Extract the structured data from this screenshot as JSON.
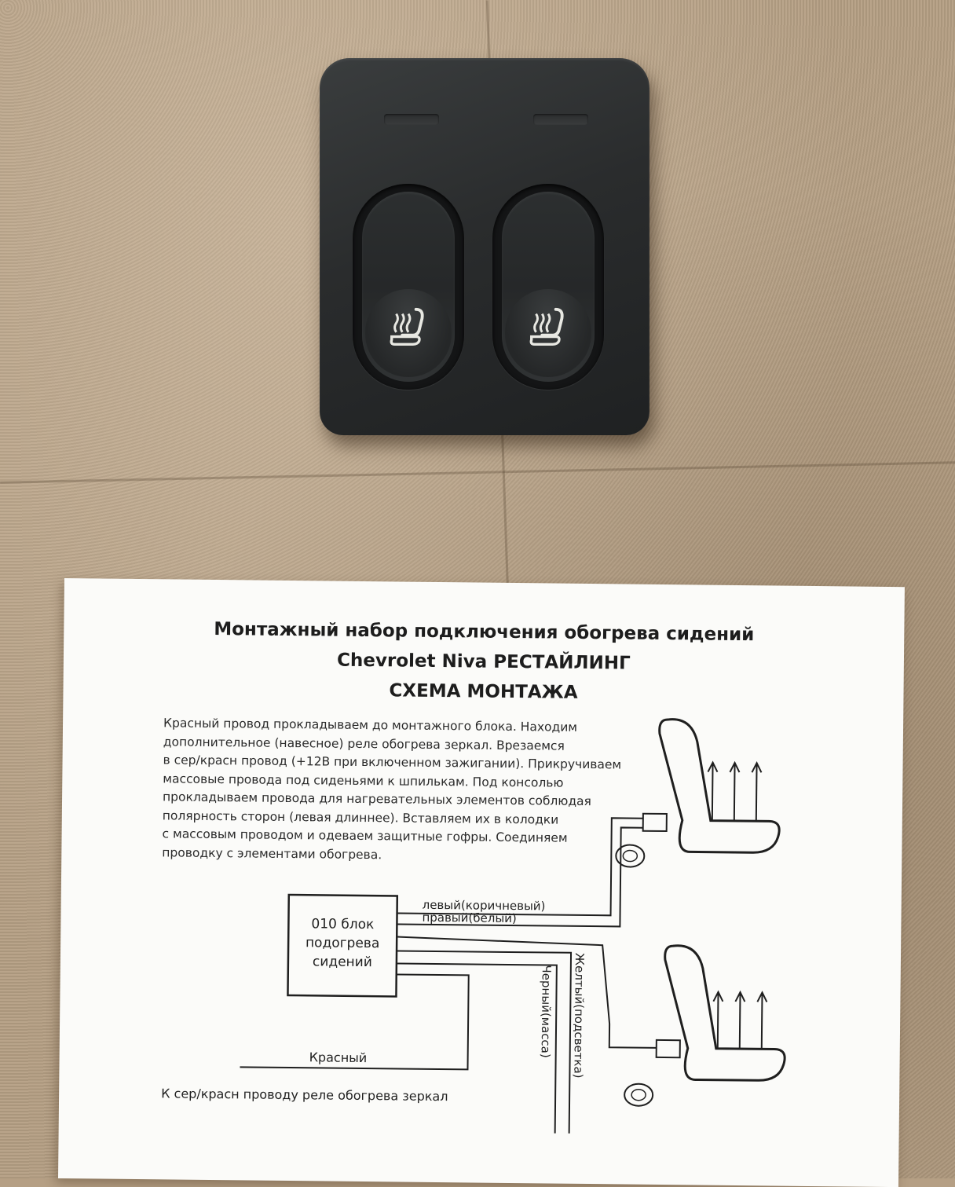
{
  "paper": {
    "title_line1": "Монтажный набор подключения обогрева сидений",
    "title_line2": "Chevrolet Niva РЕСТАЙЛИНГ",
    "title_line3": "СХЕМА МОНТАЖА",
    "instructions": [
      "Красный провод прокладываем до монтажного блока. Находим",
      "дополнительное (навесное) реле обогрева зеркал. Врезаемся",
      "в сер/красн провод (+12В при включенном зажигании). Прикручиваем",
      "массовые провода под сиденьями к шпилькам. Под консолью",
      "прокладываем провода для нагревательных элементов соблюдая",
      "полярность сторон (левая длиннее). Вставляем их в колодки",
      "с массовым проводом и одеваем защитные гофры. Соединяем",
      "проводку с элементами обогрева."
    ],
    "diagram": {
      "block_line1": "010 блок",
      "block_line2": "подогрева",
      "block_line3": "сидений",
      "wire_left": "левый(коричневый)",
      "wire_right": "правый(белый)",
      "wire_yellow": "Желтый(подсветка)",
      "wire_black": "Черный(масса)",
      "wire_red": "Красный",
      "bottom_note": "К сер/красн проводу реле обогрева зеркал"
    }
  },
  "colors": {
    "fabric": "#b59f84",
    "switch_body": "#2a2c2d",
    "paper": "#fbfbf9",
    "icon": "#e8e8e2"
  },
  "icons": [
    "seat-heater-icon",
    "seat-heater-icon"
  ]
}
